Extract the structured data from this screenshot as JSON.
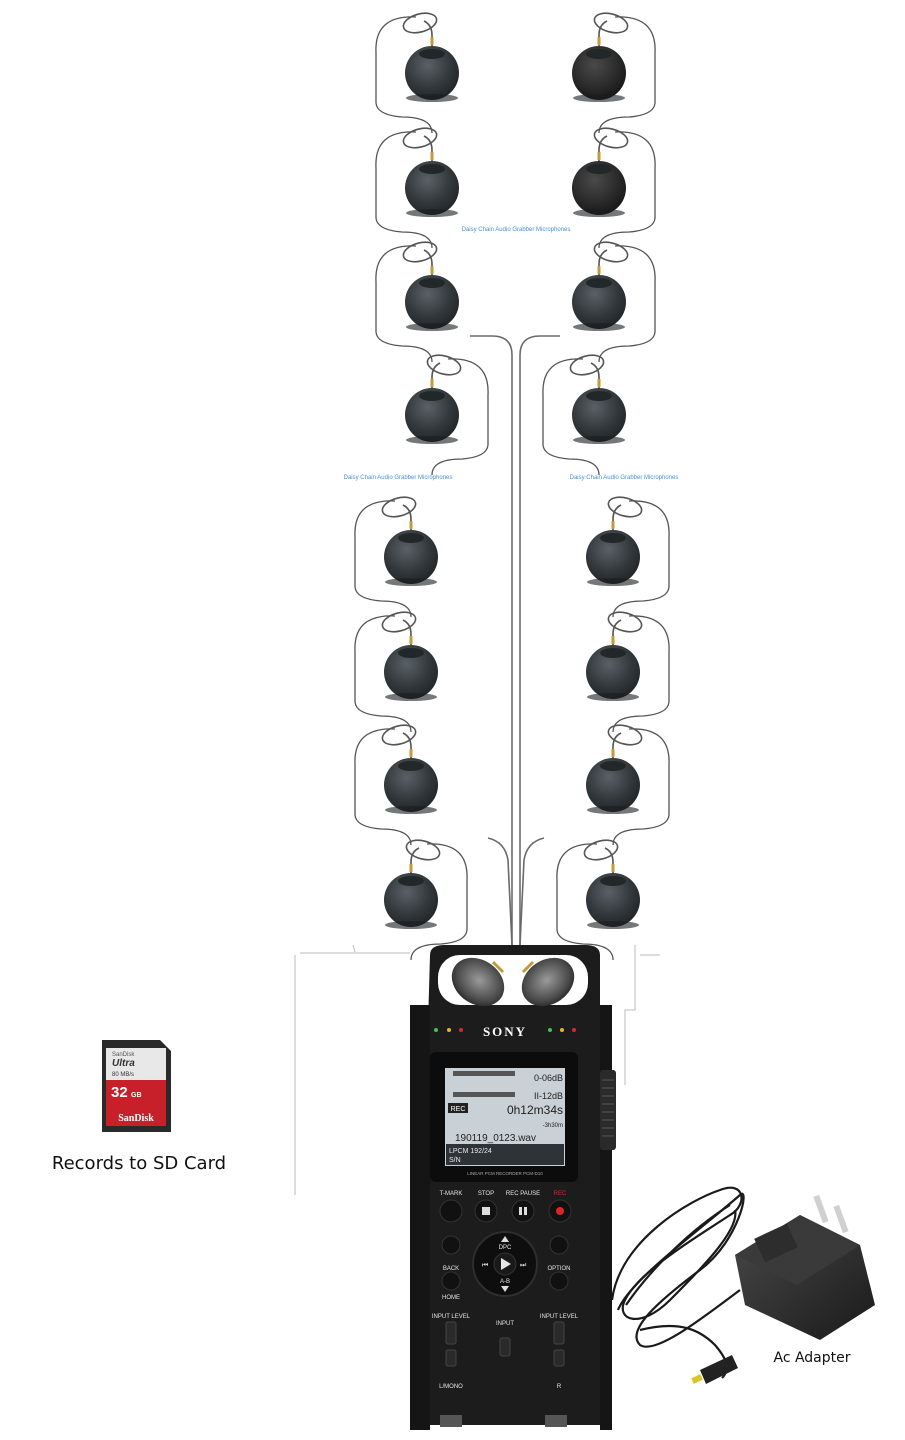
{
  "labels": {
    "top_chain": "Daisy Chain Audio Grabber Microphones",
    "left_chain": "Daisy Chain Audio Grabber Microphones",
    "right_chain": "Daisy Chain Audio Grabber Microphones",
    "sd_caption": "Records to SD Card",
    "adapter_caption": "Ac Adapter"
  },
  "sd_card": {
    "brand_top": "SanDisk",
    "product": "Ultra",
    "speed": "80 MB/s",
    "capacity": "32",
    "capacity_unit": "GB",
    "brand_bottom": "SanDisk"
  },
  "recorder": {
    "brand": "SONY",
    "model_line": "LINEAR PCM RECORDER PCM-D10",
    "lcd": {
      "level_top": "0-06dB",
      "level_bottom": "II-12dB",
      "rec_badge": "REC",
      "elapsed": "0h12m34s",
      "remaining": "-3h30m",
      "filename": "190119_0123.wav",
      "format": "LPCM 192/24",
      "mode": "S/N"
    },
    "buttons": {
      "tmark": "T-MARK",
      "stop": "STOP",
      "rec_pause": "REC PAUSE",
      "rec": "REC",
      "back_home": "BACK",
      "home": "HOME",
      "option": "OPTION",
      "dpc": "DPC",
      "ab": "A-B",
      "input_level": "INPUT LEVEL",
      "input": "INPUT",
      "lmono": "L/MONO",
      "r": "R"
    }
  },
  "colors": {
    "label_blue": "#4a90d9",
    "mic_dark": "#33383c",
    "mic_black": "#2b2b2b",
    "cable": "#555555",
    "recorder_body": "#1c1c1c",
    "lcd_bg": "#c9d0d6",
    "rec_red": "#d9262c",
    "sd_red": "#c8202a"
  }
}
